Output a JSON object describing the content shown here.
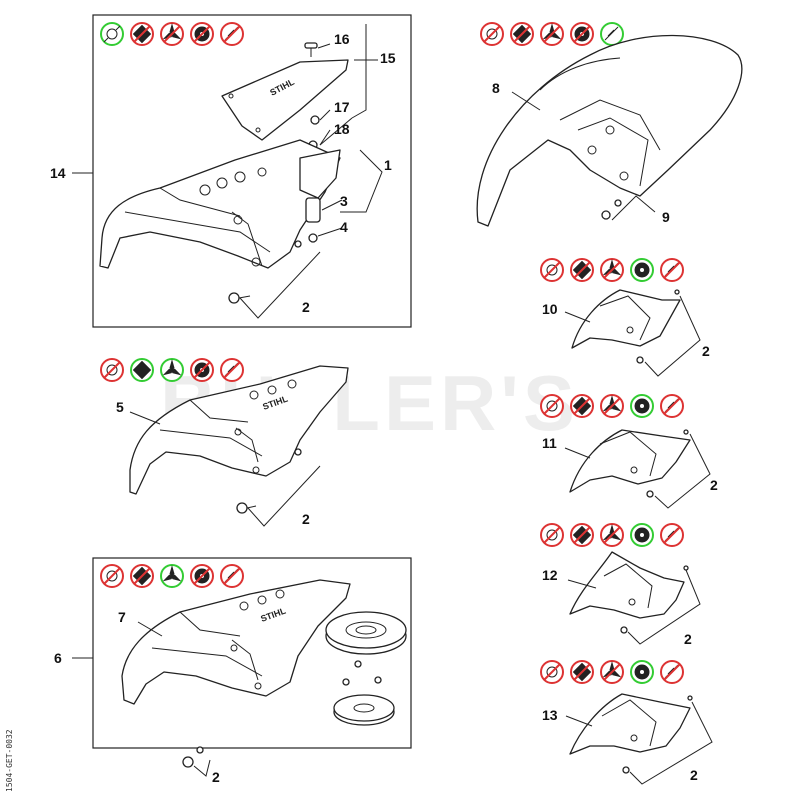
{
  "watermark": "BUTLER'S",
  "drawing_code": "1504-GET-0032",
  "logo_text": "STIHL",
  "callouts": {
    "n1": "1",
    "n2": "2",
    "n3": "3",
    "n4": "4",
    "n5": "5",
    "n6": "6",
    "n7": "7",
    "n8": "8",
    "n9": "9",
    "n10": "10",
    "n11": "11",
    "n12": "12",
    "n13": "13",
    "n14": "14",
    "n15": "15",
    "n16": "16",
    "n17": "17",
    "n18": "18"
  },
  "icon_rows": [
    {
      "id": "row-14",
      "icons": [
        "trimmer-head-icon",
        "plastic-blade-icon",
        "grass-blade-icon",
        "brush-knife-icon",
        "chisel-saw-icon"
      ],
      "allowed": [
        0
      ]
    },
    {
      "id": "row-8",
      "icons": [
        "trimmer-head-icon",
        "plastic-blade-icon",
        "grass-blade-icon",
        "brush-knife-icon",
        "chisel-saw-icon"
      ],
      "allowed": [
        4
      ]
    },
    {
      "id": "row-10",
      "icons": [
        "trimmer-head-icon",
        "plastic-blade-icon",
        "grass-blade-icon",
        "brush-knife-icon",
        "chisel-saw-icon"
      ],
      "allowed": [
        3
      ]
    },
    {
      "id": "row-11",
      "icons": [
        "trimmer-head-icon",
        "plastic-blade-icon",
        "grass-blade-icon",
        "brush-knife-icon",
        "chisel-saw-icon"
      ],
      "allowed": [
        3
      ]
    },
    {
      "id": "row-5",
      "icons": [
        "trimmer-head-icon",
        "plastic-blade-icon",
        "grass-blade-icon",
        "brush-knife-icon",
        "chisel-saw-icon"
      ],
      "allowed": [
        1,
        2
      ]
    },
    {
      "id": "row-12",
      "icons": [
        "trimmer-head-icon",
        "plastic-blade-icon",
        "grass-blade-icon",
        "brush-knife-icon",
        "chisel-saw-icon"
      ],
      "allowed": [
        3
      ]
    },
    {
      "id": "row-6",
      "icons": [
        "trimmer-head-icon",
        "plastic-blade-icon",
        "grass-blade-icon",
        "brush-knife-icon",
        "chisel-saw-icon"
      ],
      "allowed": [
        2
      ]
    },
    {
      "id": "row-13",
      "icons": [
        "trimmer-head-icon",
        "plastic-blade-icon",
        "grass-blade-icon",
        "brush-knife-icon",
        "chisel-saw-icon"
      ],
      "allowed": [
        3
      ]
    }
  ],
  "colors": {
    "prohibited": "#d33333",
    "allowed": "#33cc33",
    "line": "#222222"
  }
}
